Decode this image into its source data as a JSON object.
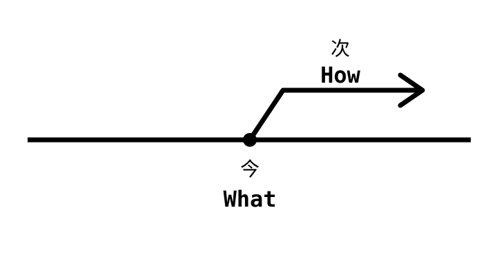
{
  "labels": {
    "next_jp": "次",
    "next_en": "How",
    "now_jp": "今",
    "now_en": "What"
  },
  "colors": {
    "stroke": "#000000",
    "background": "#ffffff"
  }
}
